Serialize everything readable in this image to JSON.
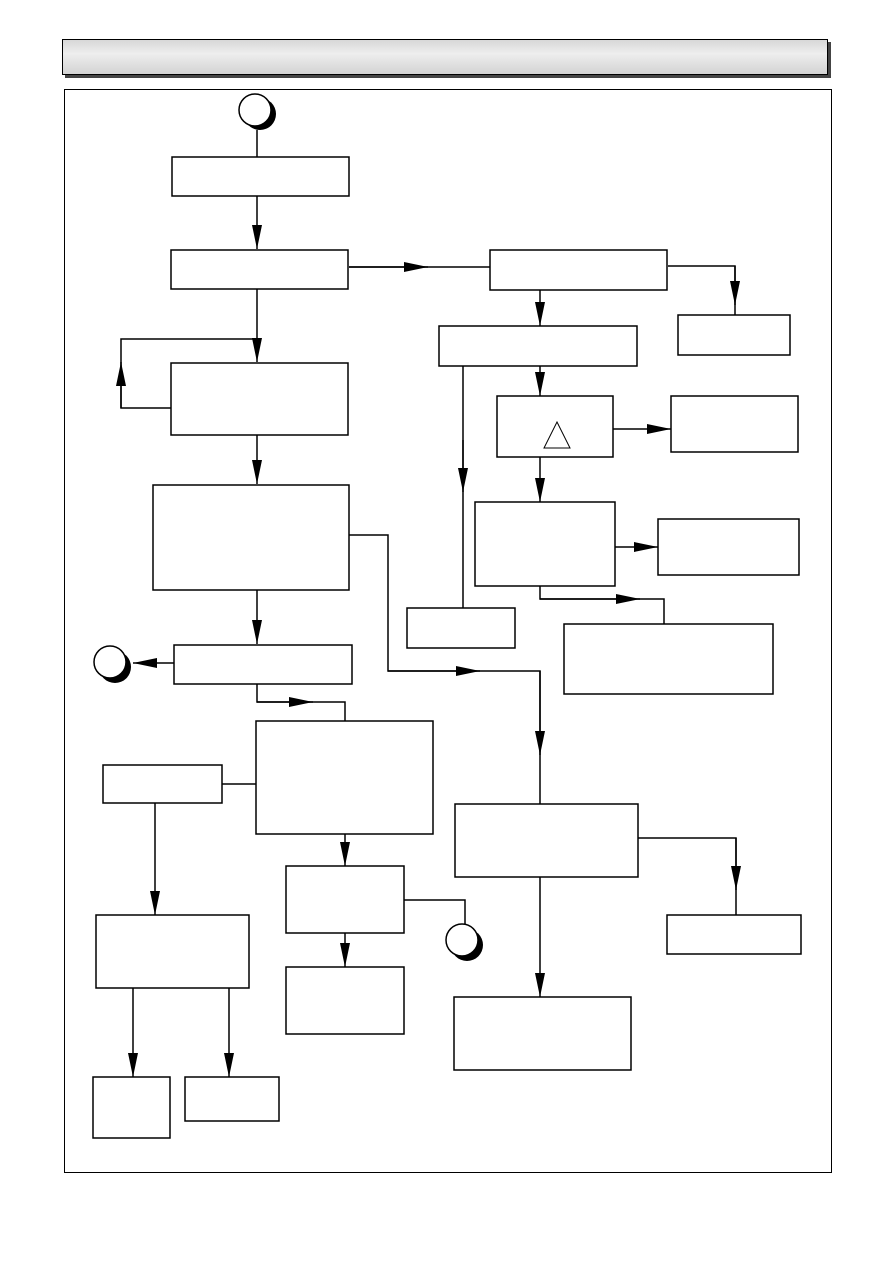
{
  "header": {
    "title": ""
  },
  "flowchart": {
    "nodes": [
      {
        "id": "start-connector",
        "type": "connector",
        "label": ""
      },
      {
        "id": "b1",
        "type": "process",
        "label": ""
      },
      {
        "id": "b2",
        "type": "process",
        "label": ""
      },
      {
        "id": "b3",
        "type": "process",
        "label": ""
      },
      {
        "id": "b4",
        "type": "process",
        "label": ""
      },
      {
        "id": "b5",
        "type": "process",
        "label": ""
      },
      {
        "id": "exit-connector-left",
        "type": "connector",
        "label": ""
      },
      {
        "id": "b6",
        "type": "process",
        "label": ""
      },
      {
        "id": "b7",
        "type": "process",
        "label": ""
      },
      {
        "id": "b8",
        "type": "process",
        "label": ""
      },
      {
        "id": "b9",
        "type": "process",
        "label": ""
      },
      {
        "id": "b10",
        "type": "process",
        "label": ""
      },
      {
        "id": "b11",
        "type": "process",
        "label": ""
      },
      {
        "id": "b12",
        "type": "process",
        "label": ""
      },
      {
        "id": "exit-connector-bottom",
        "type": "connector",
        "label": ""
      },
      {
        "id": "b13",
        "type": "process",
        "label": ""
      },
      {
        "id": "b14",
        "type": "process",
        "label": ""
      },
      {
        "id": "b15",
        "type": "process",
        "label": ""
      },
      {
        "id": "b16",
        "type": "process",
        "label": ""
      },
      {
        "id": "b17",
        "type": "process",
        "label": ""
      },
      {
        "id": "b18",
        "type": "warning-process",
        "label": ""
      },
      {
        "id": "b19",
        "type": "process",
        "label": ""
      },
      {
        "id": "b20",
        "type": "process",
        "label": ""
      },
      {
        "id": "b21",
        "type": "process",
        "label": ""
      },
      {
        "id": "b22",
        "type": "process",
        "label": ""
      },
      {
        "id": "b23",
        "type": "process",
        "label": ""
      },
      {
        "id": "b24",
        "type": "process",
        "label": ""
      },
      {
        "id": "b25",
        "type": "process",
        "label": ""
      },
      {
        "id": "b26",
        "type": "process",
        "label": ""
      }
    ],
    "icons": {
      "warning": "warning-triangle-icon"
    }
  }
}
